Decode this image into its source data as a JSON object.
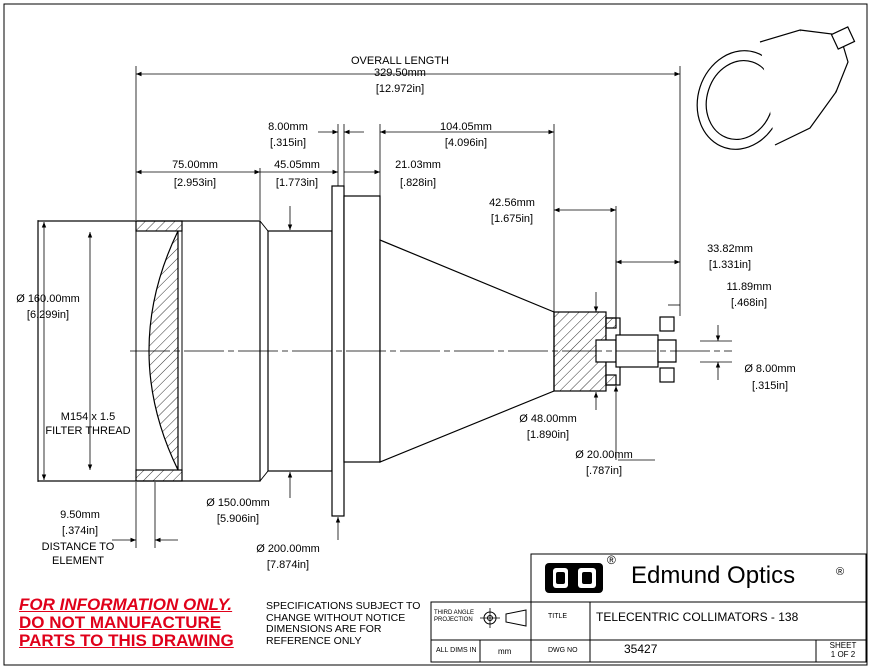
{
  "overall": {
    "label": "OVERALL LENGTH",
    "mm": "329.50mm",
    "in": "[12.972in]"
  },
  "dims": {
    "d_75": {
      "mm": "75.00mm",
      "in": "[2.953in]"
    },
    "d_45": {
      "mm": "45.05mm",
      "in": "[1.773in]"
    },
    "d_8": {
      "mm": "8.00mm",
      "in": "[.315in]"
    },
    "d_104": {
      "mm": "104.05mm",
      "in": "[4.096in]"
    },
    "d_21": {
      "mm": "21.03mm",
      "in": "[.828in]"
    },
    "d_42": {
      "mm": "42.56mm",
      "in": "[1.675in]"
    },
    "d_33": {
      "mm": "33.82mm",
      "in": "[1.331in]"
    },
    "d_11": {
      "mm": "11.89mm",
      "in": "[.468in]"
    },
    "dia_160": {
      "mm": "Ø 160.00mm",
      "in": "[6.299in]"
    },
    "dia_8": {
      "mm": "Ø 8.00mm",
      "in": "[.315in]"
    },
    "dia_48": {
      "mm": "Ø 48.00mm",
      "in": "[1.890in]"
    },
    "dia_20": {
      "mm": "Ø 20.00mm",
      "in": "[.787in]"
    },
    "dia_150": {
      "mm": "Ø 150.00mm",
      "in": "[5.906in]"
    },
    "dia_200": {
      "mm": "Ø 200.00mm",
      "in": "[7.874in]"
    },
    "d_9": {
      "mm": "9.50mm",
      "in": "[.374in]",
      "note1": "DISTANCE TO",
      "note2": "ELEMENT"
    }
  },
  "thread": {
    "line1": "M154 x 1.5",
    "line2": "FILTER THREAD"
  },
  "disclaimer": {
    "line1": "FOR INFORMATION ONLY.",
    "line2": "DO NOT MANUFACTURE",
    "line3": "PARTS TO THIS DRAWING"
  },
  "notice": {
    "line1": "SPECIFICATIONS SUBJECT TO",
    "line2": "CHANGE WITHOUT NOTICE",
    "line3": "DIMENSIONS ARE FOR",
    "line4": "REFERENCE ONLY"
  },
  "title_block": {
    "company": "Edmund Optics",
    "logo_text": "EO",
    "registered": "®",
    "projection_line1": "THIRD ANGLE",
    "projection_line2": "PROJECTION",
    "title_label": "TITLE",
    "title_value": "TELECENTRIC COLLIMATORS - 138",
    "dims_label": "ALL DIMS IN",
    "dims_value": "mm",
    "dwg_label": "DWG NO",
    "dwg_value": "35427",
    "sheet_label": "SHEET",
    "sheet_value": "1 OF 2"
  },
  "colors": {
    "warning": "#e0001a",
    "line": "#000000"
  }
}
